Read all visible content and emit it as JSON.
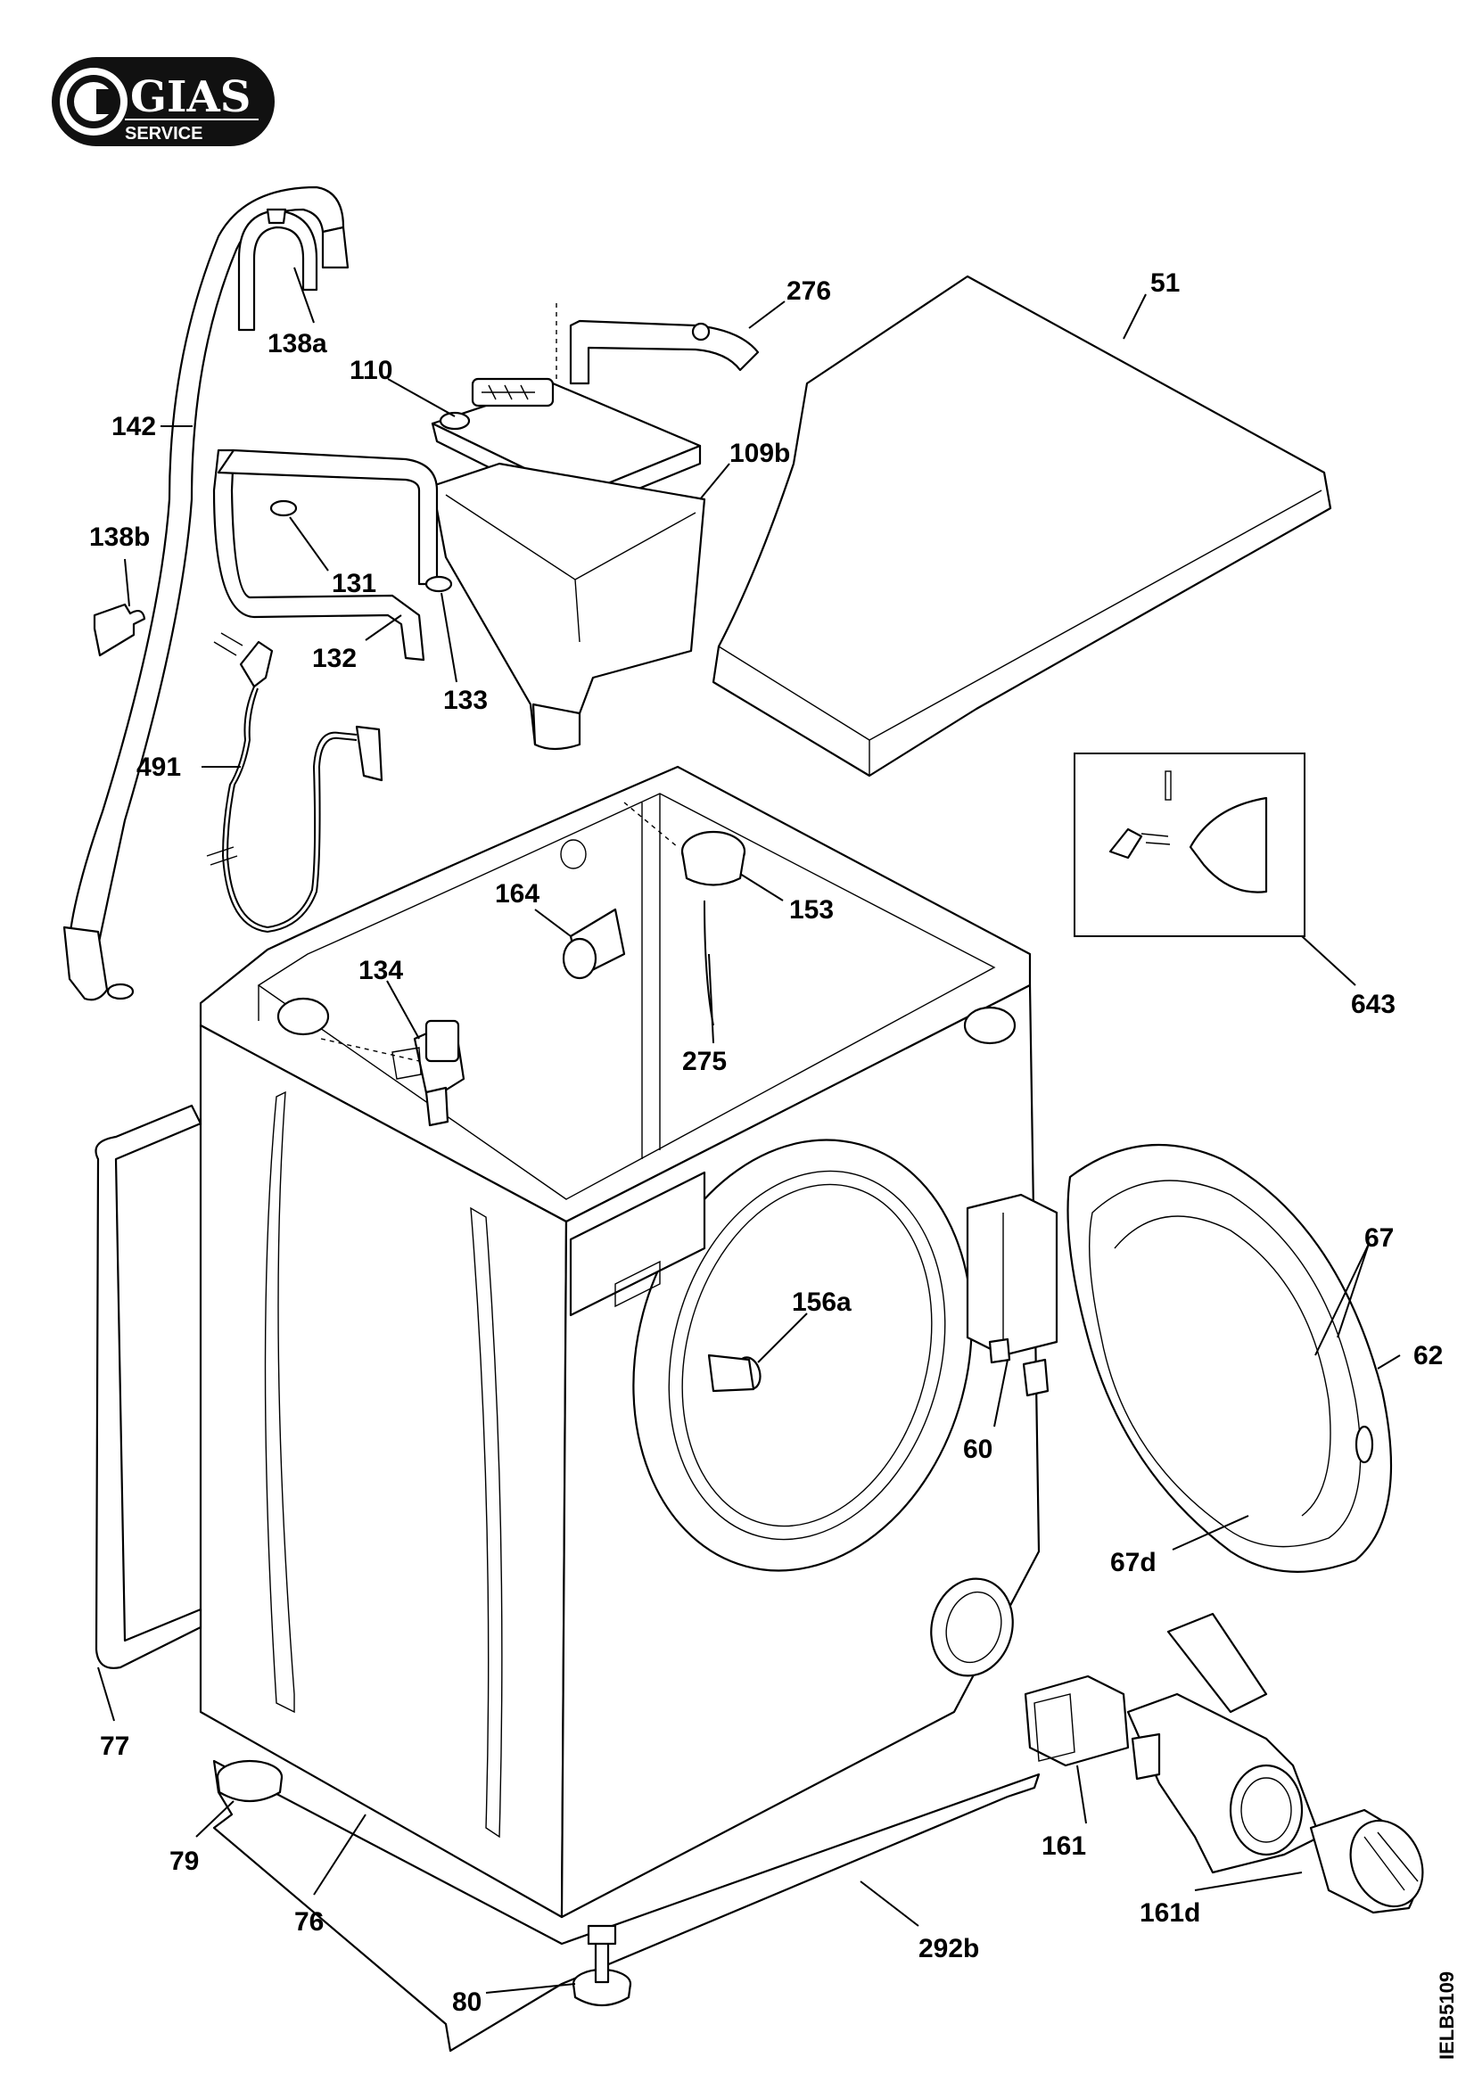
{
  "logo": {
    "brand": "GIAS",
    "sub": "SERVICE"
  },
  "drawing_code": "IELB5109",
  "parts": [
    {
      "id": "p51",
      "label": "51"
    },
    {
      "id": "p276",
      "label": "276"
    },
    {
      "id": "p138a",
      "label": "138a"
    },
    {
      "id": "p110",
      "label": "110"
    },
    {
      "id": "p142",
      "label": "142"
    },
    {
      "id": "p109b",
      "label": "109b"
    },
    {
      "id": "p138b",
      "label": "138b"
    },
    {
      "id": "p131",
      "label": "131"
    },
    {
      "id": "p132",
      "label": "132"
    },
    {
      "id": "p133",
      "label": "133"
    },
    {
      "id": "p491",
      "label": "491"
    },
    {
      "id": "p164",
      "label": "164"
    },
    {
      "id": "p153",
      "label": "153"
    },
    {
      "id": "p134",
      "label": "134"
    },
    {
      "id": "p275",
      "label": "275"
    },
    {
      "id": "p643",
      "label": "643"
    },
    {
      "id": "p67",
      "label": "67"
    },
    {
      "id": "p156a",
      "label": "156a"
    },
    {
      "id": "p62",
      "label": "62"
    },
    {
      "id": "p60",
      "label": "60"
    },
    {
      "id": "p67d",
      "label": "67d"
    },
    {
      "id": "p77",
      "label": "77"
    },
    {
      "id": "p79",
      "label": "79"
    },
    {
      "id": "p161",
      "label": "161"
    },
    {
      "id": "p76",
      "label": "76"
    },
    {
      "id": "p161d",
      "label": "161d"
    },
    {
      "id": "p292b",
      "label": "292b"
    },
    {
      "id": "p80",
      "label": "80"
    }
  ]
}
